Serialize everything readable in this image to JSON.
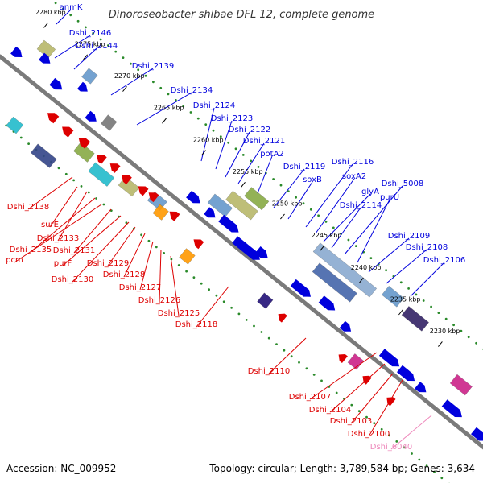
{
  "title": "Dinoroseobacter shibae DFL 12, complete genome",
  "footer": {
    "accession": "Accession: NC_009952",
    "summary": "Topology: circular; Length: 3,789,584 bp; Genes: 3,634"
  },
  "colors": {
    "forward": "#0000dd",
    "reverse": "#dd0000",
    "rna": "#ee88bb",
    "backbone": "#7a7a7a",
    "dots": "#2a8a2a",
    "tick": "#000000"
  },
  "kbp_ticks": [
    "2280 kbp",
    "2275 kbp",
    "2270 kbp",
    "2265 kbp",
    "2260 kbp",
    "2255 kbp",
    "2250 kbp",
    "2245 kbp",
    "2240 kbp",
    "2235 kbp",
    "2230 kbp"
  ],
  "forward_labels": [
    "anmK",
    "Dshi_2146",
    "Dshi_2144",
    "Dshi_2139",
    "Dshi_2134",
    "Dshi_2124",
    "Dshi_2123",
    "Dshi_2122",
    "Dshi_2121",
    "potA2",
    "Dshi_2119",
    "soxB",
    "Dshi_2116",
    "soxA2",
    "glyA",
    "Dshi_2114",
    "Dshi_5008",
    "purU",
    "Dshi_2109",
    "Dshi_2108",
    "Dshi_2106"
  ],
  "reverse_labels": [
    "Dshi_2138",
    "surE",
    "Dshi_2133",
    "Dshi_2135",
    "pcm",
    "Dshi_2131",
    "purF",
    "Dshi_2130",
    "Dshi_2129",
    "Dshi_2128",
    "Dshi_2127",
    "Dshi_2126",
    "Dshi_2125",
    "Dshi_2118",
    "Dshi_2110",
    "Dshi_2107",
    "Dshi_2104",
    "Dshi_2103",
    "Dshi_2100"
  ],
  "rna_labels": [
    "Dshi_6040"
  ]
}
